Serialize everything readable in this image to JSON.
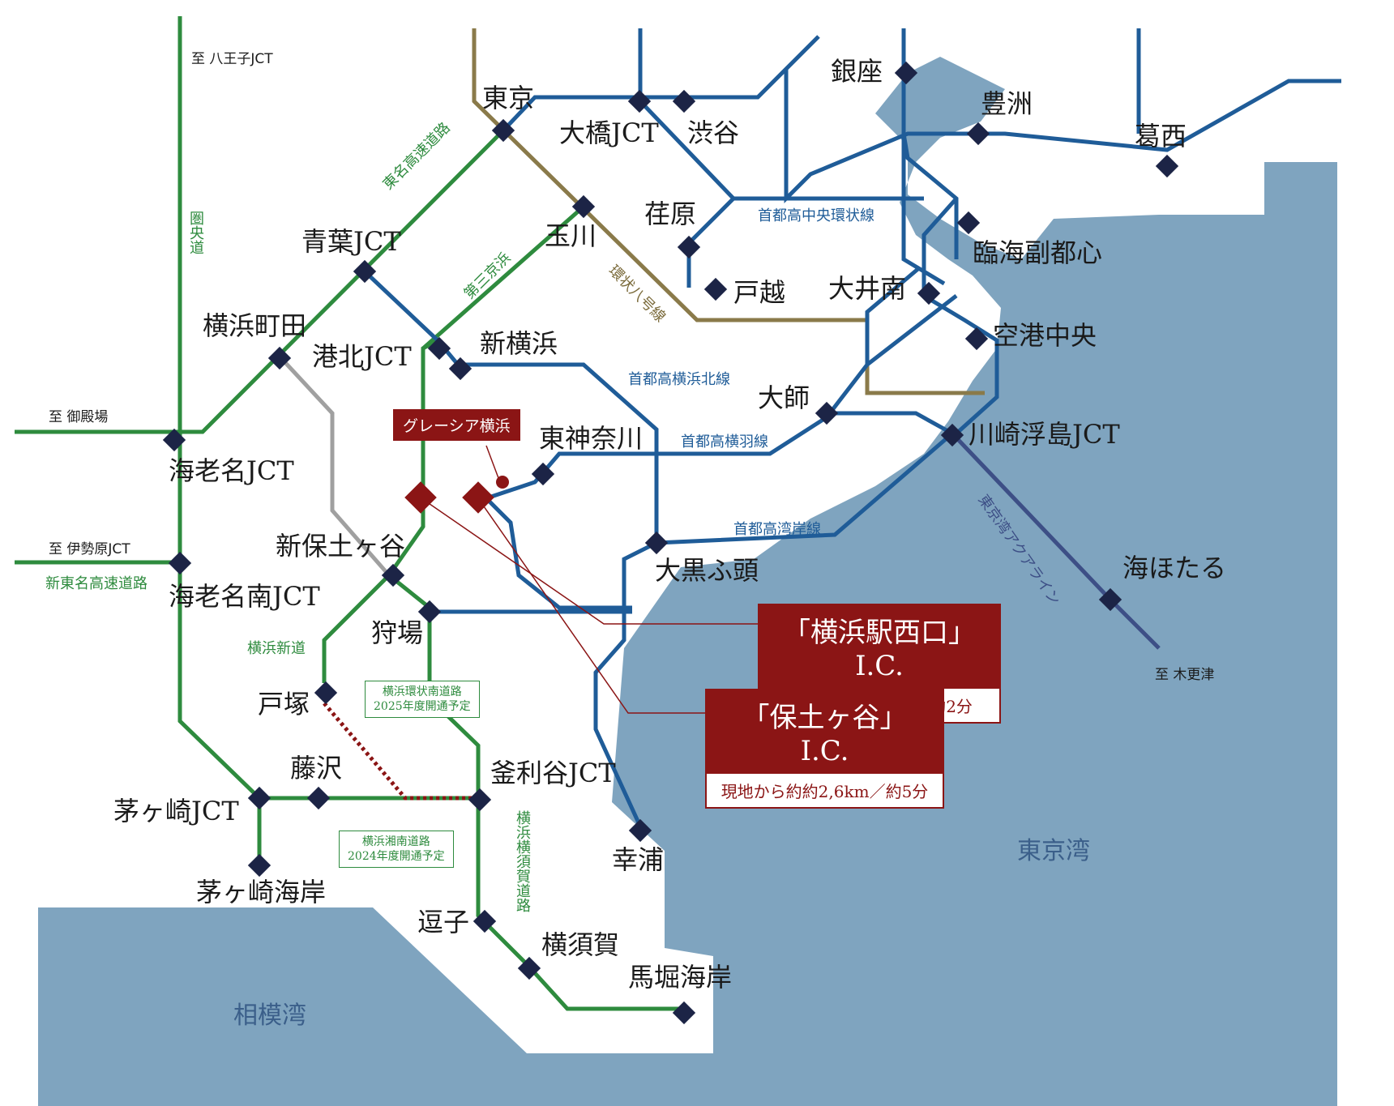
{
  "site_name": "グレーシア横浜",
  "sea_labels": {
    "tokyo_bay": "東京湾",
    "sagami_bay": "相模湾"
  },
  "directions": {
    "hachioji": "至 八王子JCT",
    "gotemba": "至 御殿場",
    "isehara": "至 伊勢原JCT",
    "kisarazu": "至 木更津"
  },
  "stations": {
    "tokyo": "東京",
    "ohashi": "大橋JCT",
    "shibuya": "渋谷",
    "ginza": "銀座",
    "toyosu": "豊洲",
    "kasai": "葛西",
    "ebara": "荏原",
    "togoshi": "戸越",
    "rinkai": "臨海副都心",
    "oimina": "大井南",
    "kukou": "空港中央",
    "aoba": "青葉JCT",
    "tamagawa": "玉川",
    "machida": "横浜町田",
    "kohoku": "港北JCT",
    "shinyoko": "新横浜",
    "daishi": "大師",
    "kawasaki": "川崎浮島JCT",
    "higashikana": "東神奈川",
    "ebina": "海老名JCT",
    "ebinaminami": "海老名南JCT",
    "shinhodogaya": "新保土ヶ谷",
    "daikoku": "大黒ふ頭",
    "umihotaru": "海ほたる",
    "kariba": "狩場",
    "totsuka": "戸塚",
    "fujisawa": "藤沢",
    "kamariya": "釜利谷JCT",
    "chigasaki": "茅ヶ崎JCT",
    "chigasakikaigan": "茅ヶ崎海岸",
    "koura": "幸浦",
    "zushi": "逗子",
    "yokosuka": "横須賀",
    "maborikaigan": "馬堀海岸"
  },
  "roads": {
    "kenou": "圏央道",
    "tomei": "東名高速道路",
    "daisan": "第三京浜",
    "kanpachi": "環状八号線",
    "chuo": "首都高中央環状線",
    "kitasen": "首都高横浜北線",
    "haneda": "首都高横羽線",
    "wangan": "首都高湾岸線",
    "aqua": "東京湾アクアライン",
    "shintomei": "新東名高速道路",
    "shindo": "横浜新道",
    "yokoyoko": "横浜横須賀道路"
  },
  "notes": {
    "kanjo_name": "横浜環状南道路",
    "kanjo_date": "2025年度開通予定",
    "shonan_name": "横浜湘南道路",
    "shonan_date": "2024年度開通予定"
  },
  "callouts": {
    "west": {
      "title": "「横浜駅西口」I.C.",
      "sub": "現地から約900m／約2分"
    },
    "hodogaya": {
      "title": "「保土ヶ谷」I.C.",
      "sub": "現地から約約2,6km／約5分"
    }
  },
  "colors": {
    "sea": "#7fa4bf",
    "green": "#2e8b3e",
    "blue": "#1f5c98",
    "olive": "#8a7a4a",
    "navy": "#3d4f86",
    "accent": "#8b1515",
    "node": "#1c2446"
  }
}
